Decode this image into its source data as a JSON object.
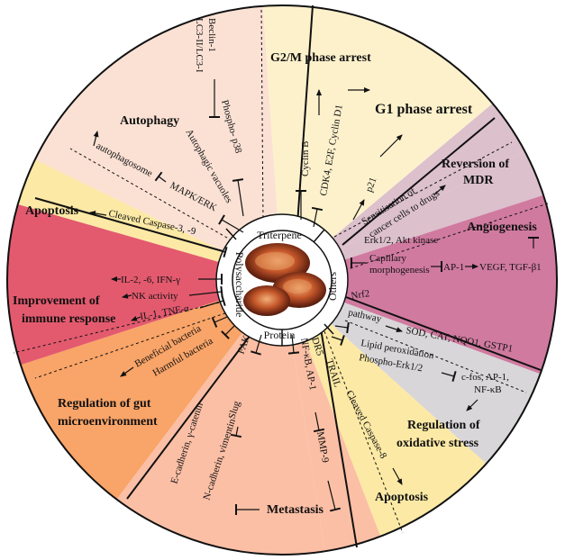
{
  "center_labels": {
    "triterpene": "Triterpene",
    "others": "Others",
    "protein": "Protein",
    "polysaccharide": "Polysaccharide"
  },
  "center_image": "ganoderma-mushroom",
  "colors": {
    "autophagy": "#fbe1d4",
    "g1": "#fdf1cc",
    "mdr": "#dcc0cc",
    "angiogenesis": "#d07aa0",
    "oxidative": "#d8d6d8",
    "apoptosis_bottom": "#fce9a5",
    "metastasis": "#fbbfa5",
    "gut": "#f9a468",
    "immune": "#e35a6e",
    "apoptosis_left": "#fce9a5"
  },
  "headings": {
    "autophagy": "Autophagy",
    "g2m": "G2/M phase arrest",
    "g1": "G1 phase arrest",
    "mdr_1": "Reversion of",
    "mdr_2": "MDR",
    "angiogenesis": "Angiogenesis",
    "oxidative_1": "Regulation of",
    "oxidative_2": "oxidative stress",
    "apoptosis_bottom": "Apoptosis",
    "metastasis": "Metastasis",
    "gut_1": "Regulation of gut",
    "gut_2": "microenvironment",
    "immune_1": "Improvement of",
    "immune_2": "immune response",
    "apoptosis_left": "Apoptosis"
  },
  "terms": {
    "lc3": "LC3-II/LC3-I",
    "beclin": "Beclin-1",
    "autophagic_1": "Autophagic vacuoles",
    "phospho_p38": "Phospho- p38",
    "autophagosome": "autophagosome",
    "mapk_erk": "MAPK/ERK",
    "cleaved_casp_39": "Cleaved Caspase-3, -9",
    "cyclin_b": "Cyclin B",
    "cdk4": "CDK4, E2F, Cyclin D1",
    "p21": "p21",
    "sensitisation_1": "Sensitisation of",
    "sensitisation_2": "cancer cells to drugs",
    "erk12": "Erk1/2, Akt kinase",
    "capillary_1": "Capillary",
    "capillary_2": "morphogenesis",
    "ap1": "AP-1",
    "vegf": "VEGF, TGF-β1",
    "nrf2_1": "Nrf2",
    "nrf2_2": "pathway",
    "sod": "SOD, CAT, NQO1, GSTP1",
    "lipid": "Lipid peroxidation",
    "phospho_erk": "Phospho-Erk1/2",
    "cfos_1": "c-fos, AP-1,",
    "cfos_2": "NF-κB",
    "dr5": "DR5",
    "trail": "TRAIL",
    "cleaved_casp_8": "Cleaved Caspase-8",
    "nfkb": "NF-κB, AP-1",
    "mmp9": "MMP-9",
    "fak": "FAK",
    "slug": "Slug",
    "ecadherin": "E-cadherin, γ-catenin",
    "ncadherin": "N-cadherin, vimentin",
    "beneficial": "Beneficial bacteria",
    "harmful": "Harmful bacteria",
    "il2": "IL-2, -6, IFN-γ",
    "nk": "NK activity",
    "il1": "IL-1, TNF-α"
  }
}
